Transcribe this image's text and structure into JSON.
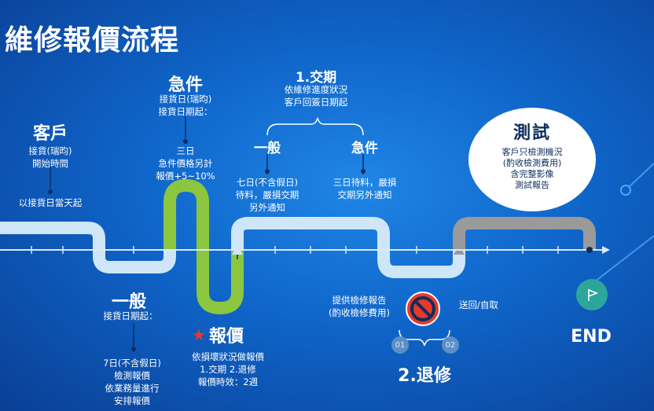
{
  "title": "維修報價流程",
  "customer": {
    "heading": "客戶",
    "lines": [
      "接貨(瑞昀)",
      "開始時間"
    ],
    "note": "以接貨日當天起"
  },
  "urgent": {
    "heading": "急件",
    "lines": [
      "接貨日(瑞昀)",
      "接貨日期起："
    ],
    "detail": [
      "三日",
      "急件價格另計",
      "報價+5~10%"
    ]
  },
  "normal": {
    "heading": "一般",
    "lines": [
      "接貨日期起："
    ],
    "detail": [
      "7日(不含假日)",
      "檢測報價",
      "依業務量進行",
      "安排報價"
    ]
  },
  "quote": {
    "star": "★",
    "heading": "報價",
    "lines": [
      "依損壞狀況做報價",
      "1.交期  2.退修",
      "報價時效：2週"
    ]
  },
  "delivery": {
    "heading": "1.交期",
    "lines": [
      "依維修進度狀況",
      "客戶回簽日期起"
    ],
    "normal": {
      "heading": "一般",
      "lines": [
        "七日(不含假日)",
        "待料，嚴損交期",
        "另外通知"
      ]
    },
    "urgent": {
      "heading": "急件",
      "lines": [
        "三日待料，嚴損",
        "交期另外通知"
      ]
    }
  },
  "test": {
    "heading": "測試",
    "lines": [
      "客戶只檢測機況",
      "(酌收檢測費用)",
      "含完整影像",
      "測試報告"
    ]
  },
  "return": {
    "heading": "2.退修",
    "left": [
      "提供檢修報告",
      "(酌收檢修費用)"
    ],
    "right": "送回/自取",
    "badge1": "01",
    "badge2": "02"
  },
  "end": {
    "label": "END"
  },
  "colors": {
    "track_light": "#cfe6f8",
    "track_green": "#8cc63f",
    "track_gray": "#9a9a9a",
    "no_sign": "#e8392a",
    "end_dot": "#2aa79a"
  },
  "icons": {
    "star": "star-icon",
    "no_sign": "no-entry-icon",
    "flag": "flag-icon"
  }
}
